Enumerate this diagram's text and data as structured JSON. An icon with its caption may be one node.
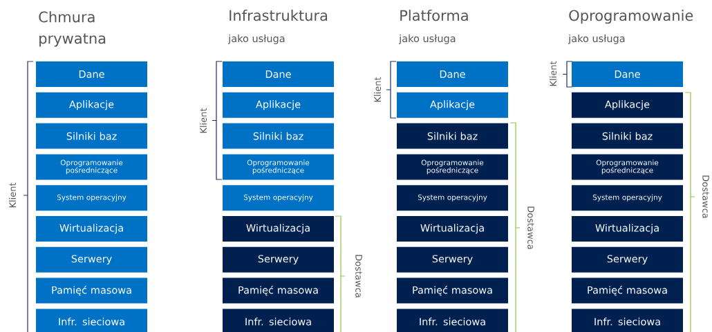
{
  "diagram": {
    "nodes": [
      {
        "text": [
          "Dane"
        ]
      },
      {
        "text": [
          "Aplikacje"
        ]
      },
      {
        "text": [
          "Silniki baz"
        ]
      },
      {
        "text": [
          "Oprogramowanie pośredniczące"
        ]
      },
      {
        "text": [
          "System operacyjny"
        ]
      },
      {
        "text": [
          "Wirtualizacja"
        ]
      },
      {
        "text": [
          "Serwery"
        ]
      },
      {
        "text": [
          "Pamięć masowa"
        ]
      },
      {
        "text": [
          "Infr. sieciowa"
        ]
      },
      {
        "text": [
          "Dane"
        ]
      },
      {
        "text": [
          "Aplikacje"
        ]
      },
      {
        "text": [
          "Silniki baz"
        ]
      },
      {
        "text": [
          "Oprogramowanie pośredniczące"
        ]
      },
      {
        "text": [
          "System operacyjny"
        ]
      },
      {
        "text": [
          "Wirtualizacja"
        ]
      },
      {
        "text": [
          "Serwery"
        ]
      },
      {
        "text": [
          "Pamięć masowa"
        ]
      },
      {
        "text": [
          "Infr. sieciowa"
        ]
      },
      {
        "text": [
          "Dane"
        ]
      },
      {
        "text": [
          "Aplikacje"
        ]
      },
      {
        "text": [
          "Silniki baz"
        ]
      },
      {
        "text": [
          "Oprogramowanie pośredniczące"
        ]
      },
      {
        "text": [
          "System operacyjny"
        ]
      },
      {
        "text": [
          "Wirtualizacja"
        ]
      },
      {
        "text": [
          "Serwery"
        ]
      },
      {
        "text": [
          "Pamięć masowa"
        ]
      },
      {
        "text": [
          "Infr. sieciowa"
        ]
      },
      {
        "text": [
          "Dane"
        ]
      },
      {
        "text": [
          "Aplikacje"
        ]
      },
      {
        "text": [
          "Silniki baz"
        ]
      },
      {
        "text": [
          "Oprogramowanie pośredniczące"
        ]
      },
      {
        "text": [
          "System operacyjny"
        ]
      },
      {
        "text": [
          "Wirtualizacja"
        ]
      },
      {
        "text": [
          "Serwery"
        ]
      },
      {
        "text": [
          "Pamięć masowa"
        ]
      },
      {
        "text": [
          "Infr. sieciowa"
        ]
      }
    ],
    "labels": [
      "Chmura prywatna",
      "Infrastruktura",
      "jako usługa",
      "Platforma",
      "jako usługa",
      "Oprogramowanie",
      "jako usługa",
      "Klient",
      "Klient",
      "Klient",
      "Klient",
      "Dostawca",
      "Dostawca",
      "Dostawca"
    ]
  }
}
